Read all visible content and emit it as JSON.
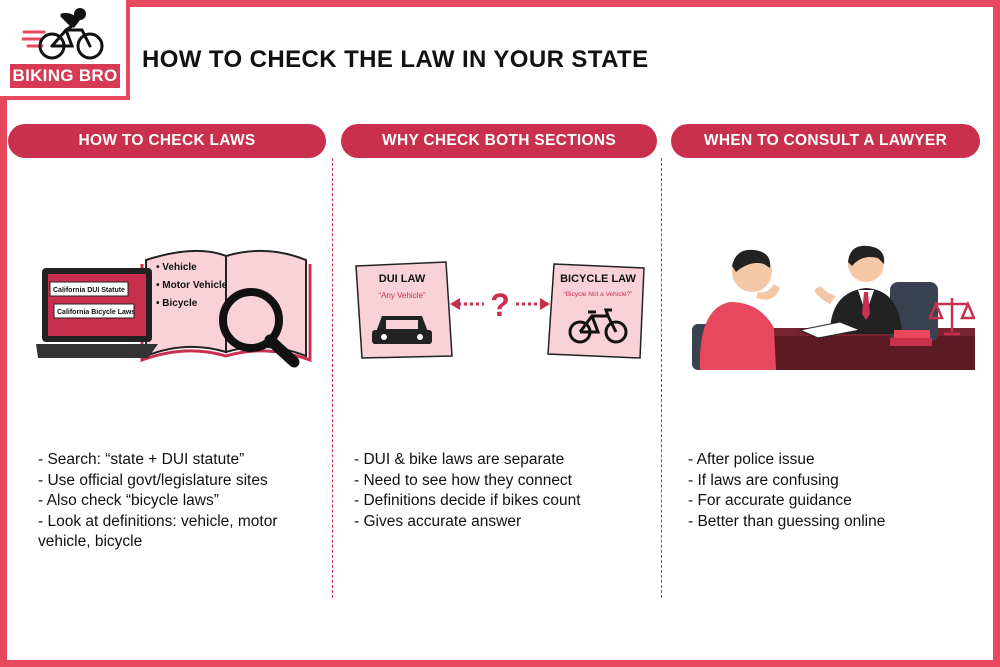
{
  "brand": {
    "name": "BIKING BRO",
    "accent": "#e8485e",
    "dark_accent": "#c9304d"
  },
  "page": {
    "title": "HOW TO CHECK THE LAW IN YOUR STATE"
  },
  "columns": [
    {
      "heading": "HOW TO CHECK LAWS",
      "illustration": {
        "icon": "laptop-and-law-book-with-magnifier-icon",
        "screen_tabs": [
          "California DUI Statute",
          "California Bicycle Laws"
        ],
        "book_items": [
          "• Vehicle",
          "• Motor Vehicle",
          "• Bicycle"
        ]
      },
      "bullets": [
        "- Search: “state + DUI statute”",
        "- Use official govt/legislature sites",
        "- Also check “bicycle laws”",
        "- Look at definitions: vehicle, motor vehicle, bicycle"
      ]
    },
    {
      "heading": "WHY CHECK BOTH SECTIONS",
      "illustration": {
        "icon": "dui-law-vs-bicycle-law-icon",
        "left_card": {
          "title": "DUI LAW",
          "subtitle": "“Any Vehicle”"
        },
        "right_card": {
          "title": "BICYCLE LAW",
          "subtitle": "“Bicycle Not a Vehicle?”"
        },
        "connector": "?"
      },
      "bullets": [
        "- DUI & bike laws are separate",
        "- Need to see how they connect",
        "- Definitions decide if bikes count",
        "- Gives accurate answer"
      ]
    },
    {
      "heading": "WHEN TO CONSULT A LAWYER",
      "illustration": {
        "icon": "client-lawyer-consultation-icon"
      },
      "bullets": [
        "- After police issue",
        "- If laws are confusing",
        "- For accurate guidance",
        "- Better than guessing online"
      ]
    }
  ]
}
